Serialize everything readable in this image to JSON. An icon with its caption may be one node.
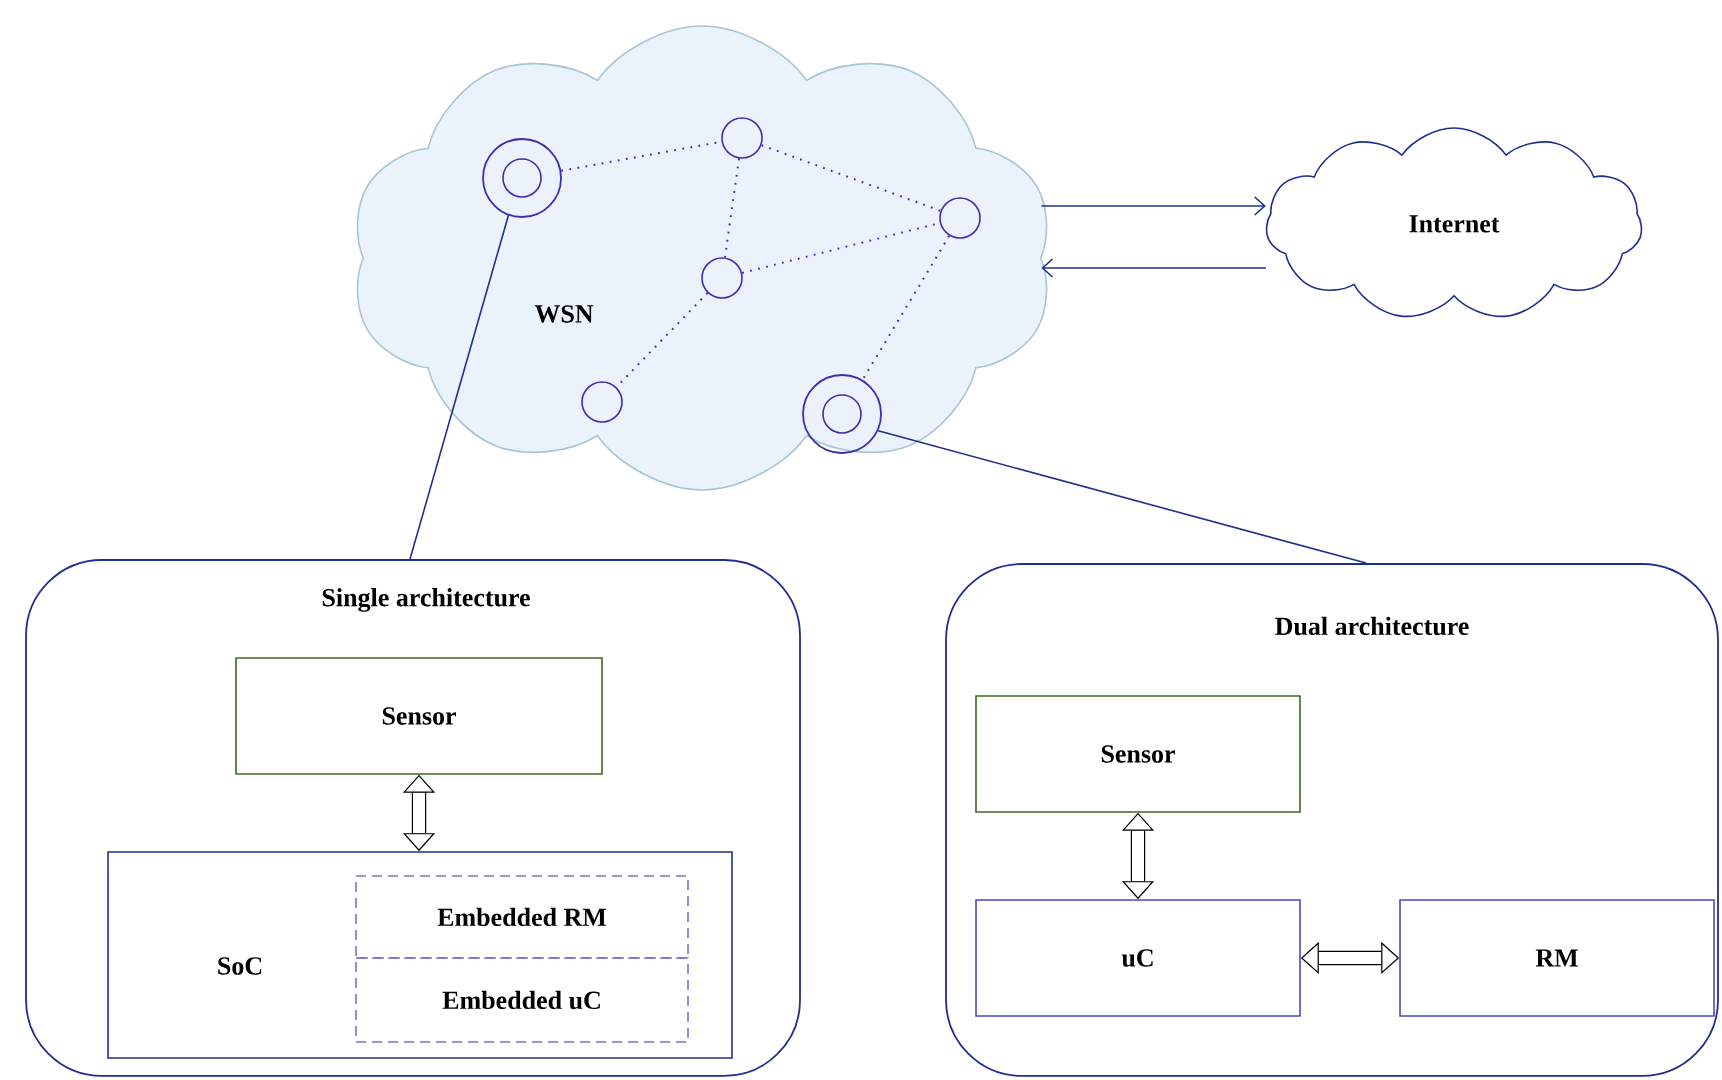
{
  "diagram": {
    "nodes": [
      {
        "text": [
          "WSN"
        ]
      },
      {
        "text": [],
        "shape": "circle",
        "in": 0
      },
      {
        "text": [],
        "shape": "circle",
        "in": 0
      },
      {
        "text": [],
        "shape": "circle",
        "in": 0
      },
      {
        "text": [],
        "shape": "circle",
        "in": 0
      },
      {
        "text": [],
        "shape": "circle",
        "in": 0
      },
      {
        "text": [],
        "shape": "circle",
        "in": 0
      },
      {
        "text": [
          "Internet"
        ]
      },
      {
        "text": [
          "Single architecture"
        ]
      },
      {
        "text": [
          "Sensor"
        ],
        "in": 8
      },
      {
        "text": [
          "SoC"
        ],
        "in": 8
      },
      {
        "text": [
          "Embedded RM"
        ],
        "in": 10
      },
      {
        "text": [
          "Embedded uC"
        ],
        "in": 10
      },
      {
        "text": [
          "Dual architecture"
        ]
      },
      {
        "text": [
          "Sensor"
        ],
        "in": 13
      },
      {
        "text": [
          "uC"
        ],
        "in": 13
      },
      {
        "text": [
          "RM"
        ],
        "in": 13
      }
    ],
    "edges": [
      {
        "from": 1,
        "to": 4,
        "arrow": "none",
        "style": "dashed"
      },
      {
        "from": 4,
        "to": 6,
        "arrow": "none",
        "style": "dashed"
      },
      {
        "from": 4,
        "to": 3,
        "arrow": "none",
        "style": "dashed"
      },
      {
        "from": 3,
        "to": 6,
        "arrow": "none",
        "style": "dashed"
      },
      {
        "from": 3,
        "to": 2,
        "arrow": "none",
        "style": "dashed"
      },
      {
        "from": 6,
        "to": 5,
        "arrow": "none",
        "style": "dashed"
      },
      {
        "from": 0,
        "to": 7,
        "arrow": "to"
      },
      {
        "from": 7,
        "to": 0,
        "arrow": "to"
      },
      {
        "from": 1,
        "to": 8,
        "arrow": "none"
      },
      {
        "from": 5,
        "to": 13,
        "arrow": "none"
      },
      {
        "from": 9,
        "to": 10,
        "arrow": "both",
        "style": "thick",
        "color": "#000000"
      },
      {
        "from": 14,
        "to": 15,
        "arrow": "both",
        "style": "thick",
        "color": "#000000"
      },
      {
        "from": 15,
        "to": 16,
        "arrow": "both",
        "style": "thick",
        "color": "#000000"
      }
    ]
  }
}
